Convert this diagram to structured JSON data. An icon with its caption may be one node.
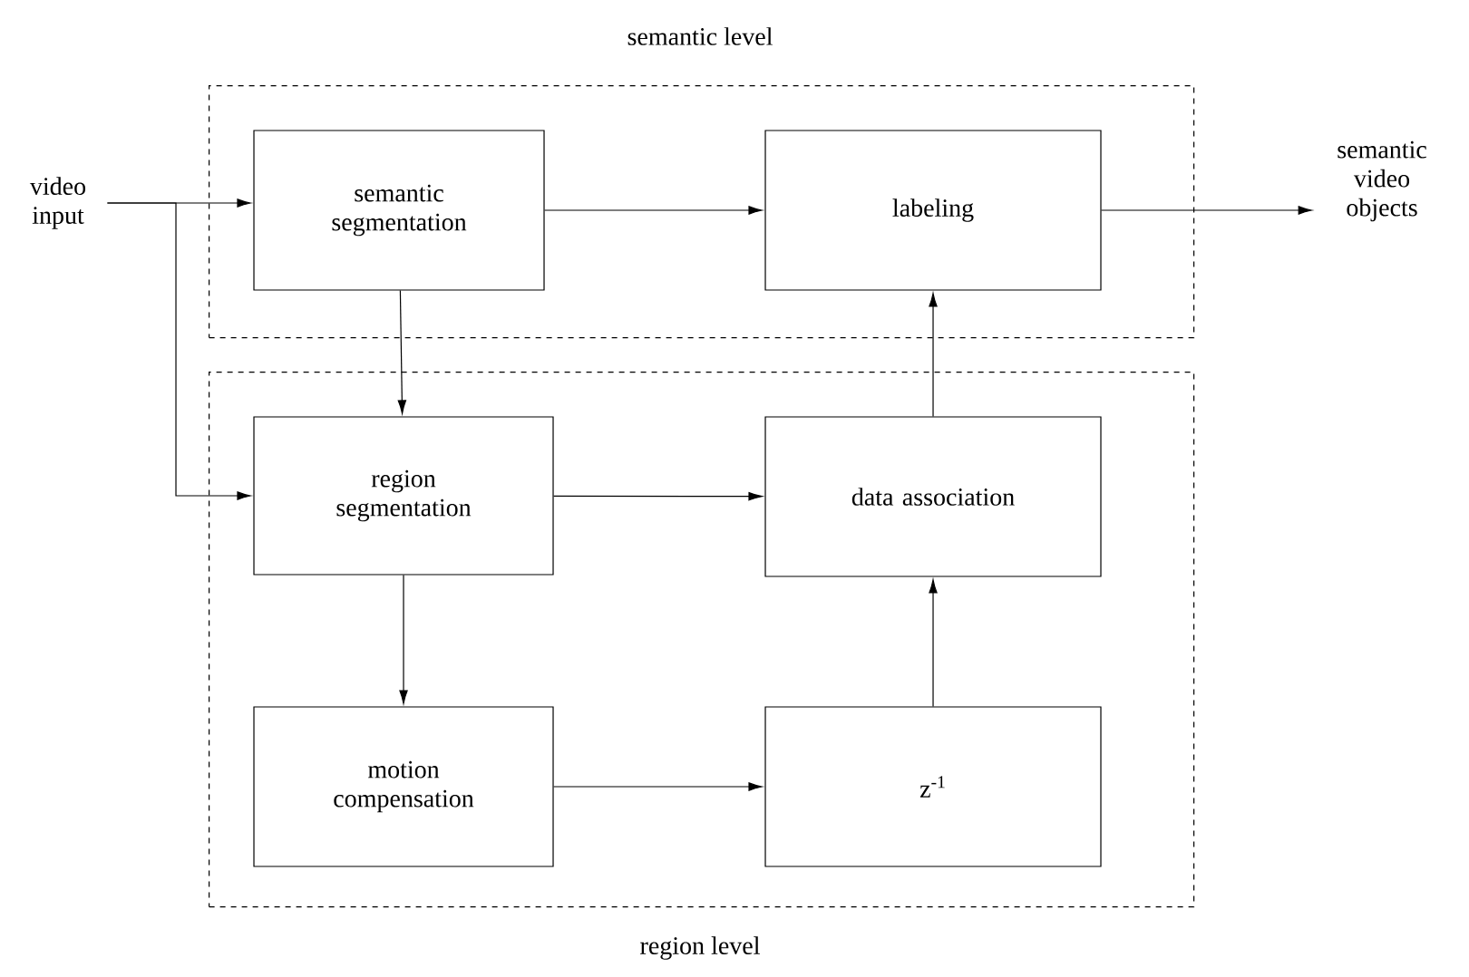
{
  "diagram": {
    "nodes": [
      {
        "text": [
          "semantic level"
        ]
      },
      {
        "text": [
          "semantic segmentation"
        ],
        "in": 0
      },
      {
        "text": [
          "labeling"
        ],
        "in": 0
      },
      {
        "text": [
          "region level"
        ]
      },
      {
        "text": [
          "region segmentation"
        ],
        "in": 3
      },
      {
        "text": [
          "data association"
        ],
        "in": 3
      },
      {
        "text": [
          "motion compensation"
        ],
        "in": 3
      },
      {
        "text": [
          "z$^{-1}$"
        ],
        "in": 3
      },
      {
        "text": [
          "video input"
        ]
      },
      {
        "text": [
          "semantic video objects"
        ]
      }
    ],
    "edges": [
      {
        "from": 8,
        "to": 1,
        "arrow": "to"
      },
      {
        "from": 8,
        "to": 4,
        "arrow": "to"
      },
      {
        "from": 1,
        "to": 2,
        "arrow": "to"
      },
      {
        "from": 2,
        "to": 9,
        "arrow": "to"
      },
      {
        "from": 1,
        "to": 4,
        "arrow": "to"
      },
      {
        "from": 4,
        "to": 5,
        "arrow": "to"
      },
      {
        "from": 4,
        "to": 6,
        "arrow": "to"
      },
      {
        "from": 6,
        "to": 7,
        "arrow": "to"
      },
      {
        "from": 7,
        "to": 5,
        "arrow": "to"
      },
      {
        "from": 5,
        "to": 2,
        "arrow": "to"
      }
    ]
  }
}
